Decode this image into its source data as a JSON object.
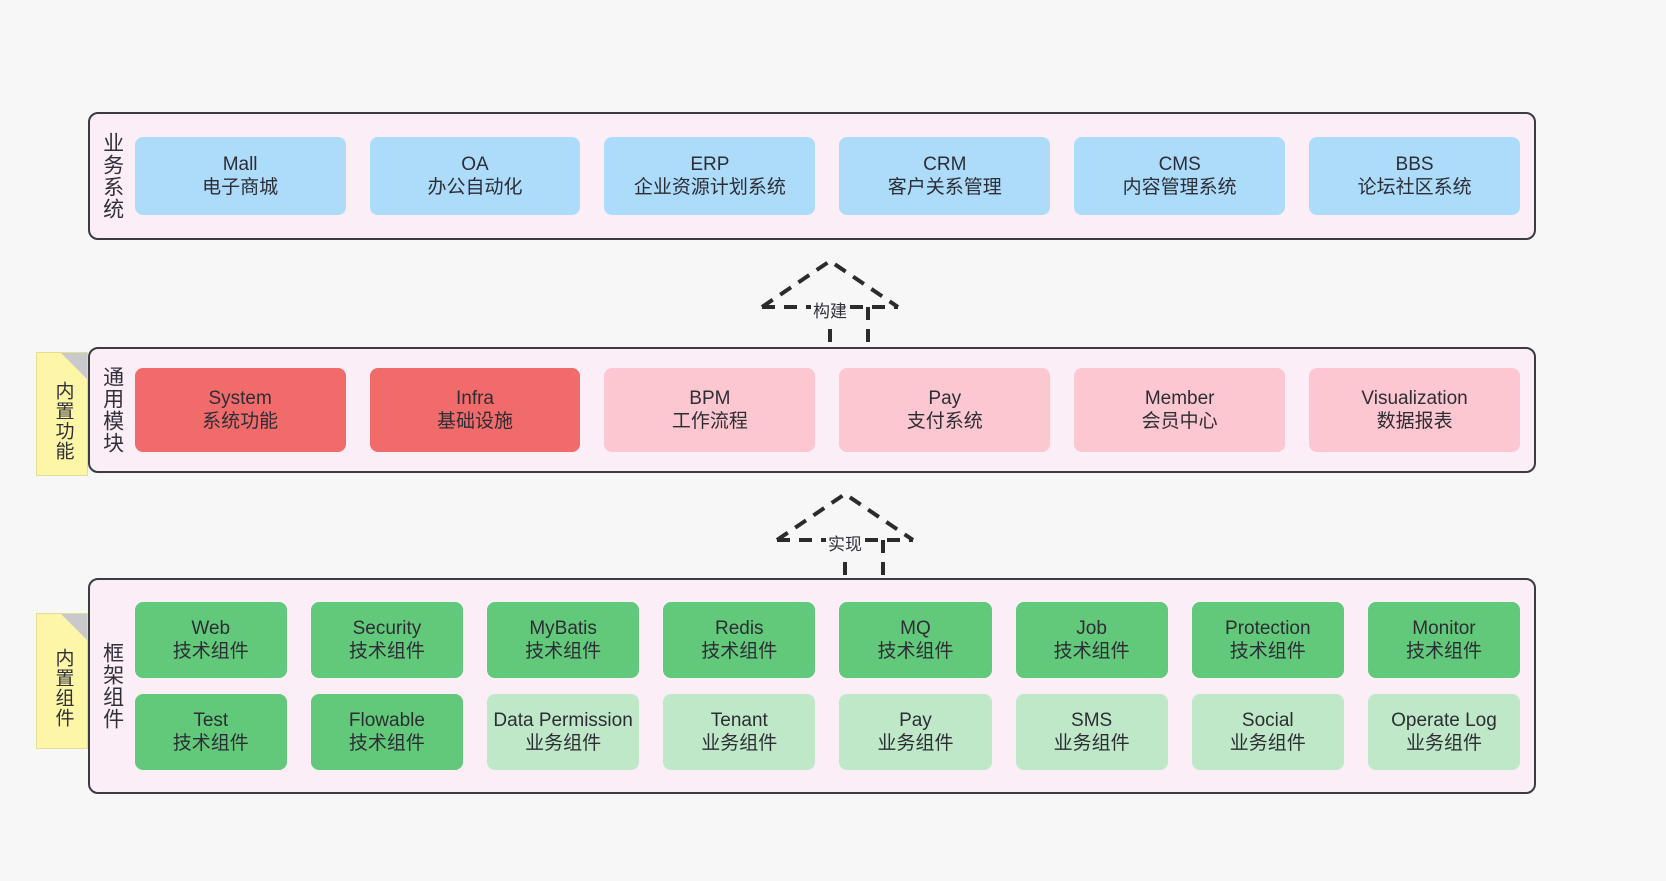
{
  "background": "#f7f7f7",
  "colors": {
    "panel_bg": "#fbeef6",
    "panel_border": "#3b3b42",
    "business": "#addcfb",
    "module_core": "#f26b6b",
    "module_other": "#fcc7d0",
    "component_tech": "#62c97b",
    "component_biz": "#bfe8c8",
    "note_bg": "#fdf6a6",
    "note_fold": "#c9c9cc"
  },
  "layers": [
    {
      "id": "business-system",
      "title": "业务系统",
      "note": null,
      "rows": [
        {
          "nodes": [
            {
              "title": "Mall",
              "sub": "电子商城",
              "style": "n-blue"
            },
            {
              "title": "OA",
              "sub": "办公自动化",
              "style": "n-blue"
            },
            {
              "title": "ERP",
              "sub": "企业资源计划系统",
              "style": "n-blue"
            },
            {
              "title": "CRM",
              "sub": "客户关系管理",
              "style": "n-blue"
            },
            {
              "title": "CMS",
              "sub": "内容管理系统",
              "style": "n-blue"
            },
            {
              "title": "BBS",
              "sub": "论坛社区系统",
              "style": "n-blue"
            }
          ]
        }
      ]
    },
    {
      "id": "common-module",
      "title": "通用模块",
      "note": "内置功能",
      "rows": [
        {
          "nodes": [
            {
              "title": "System",
              "sub": "系统功能",
              "style": "n-red"
            },
            {
              "title": "Infra",
              "sub": "基础设施",
              "style": "n-red"
            },
            {
              "title": "BPM",
              "sub": "工作流程",
              "style": "n-pink"
            },
            {
              "title": "Pay",
              "sub": "支付系统",
              "style": "n-pink"
            },
            {
              "title": "Member",
              "sub": "会员中心",
              "style": "n-pink"
            },
            {
              "title": "Visualization",
              "sub": "数据报表",
              "style": "n-pink"
            }
          ]
        }
      ]
    },
    {
      "id": "framework-component",
      "title": "框架组件",
      "note": "内置组件",
      "rows": [
        {
          "nodes": [
            {
              "title": "Web",
              "sub": "技术组件",
              "style": "n-green"
            },
            {
              "title": "Security",
              "sub": "技术组件",
              "style": "n-green"
            },
            {
              "title": "MyBatis",
              "sub": "技术组件",
              "style": "n-green"
            },
            {
              "title": "Redis",
              "sub": "技术组件",
              "style": "n-green"
            },
            {
              "title": "MQ",
              "sub": "技术组件",
              "style": "n-green"
            },
            {
              "title": "Job",
              "sub": "技术组件",
              "style": "n-green"
            },
            {
              "title": "Protection",
              "sub": "技术组件",
              "style": "n-green"
            },
            {
              "title": "Monitor",
              "sub": "技术组件",
              "style": "n-green"
            }
          ]
        },
        {
          "nodes": [
            {
              "title": "Test",
              "sub": "技术组件",
              "style": "n-green"
            },
            {
              "title": "Flowable",
              "sub": "技术组件",
              "style": "n-green"
            },
            {
              "title": "Data Permission",
              "sub": "业务组件",
              "style": "n-lightgreen"
            },
            {
              "title": "Tenant",
              "sub": "业务组件",
              "style": "n-lightgreen"
            },
            {
              "title": "Pay",
              "sub": "业务组件",
              "style": "n-lightgreen"
            },
            {
              "title": "SMS",
              "sub": "业务组件",
              "style": "n-lightgreen"
            },
            {
              "title": "Social",
              "sub": "业务组件",
              "style": "n-lightgreen"
            },
            {
              "title": "Operate Log",
              "sub": "业务组件",
              "style": "n-lightgreen"
            }
          ]
        }
      ]
    }
  ],
  "arrows": [
    {
      "id": "build-arrow",
      "label": "构建"
    },
    {
      "id": "implement-arrow",
      "label": "实现"
    }
  ]
}
